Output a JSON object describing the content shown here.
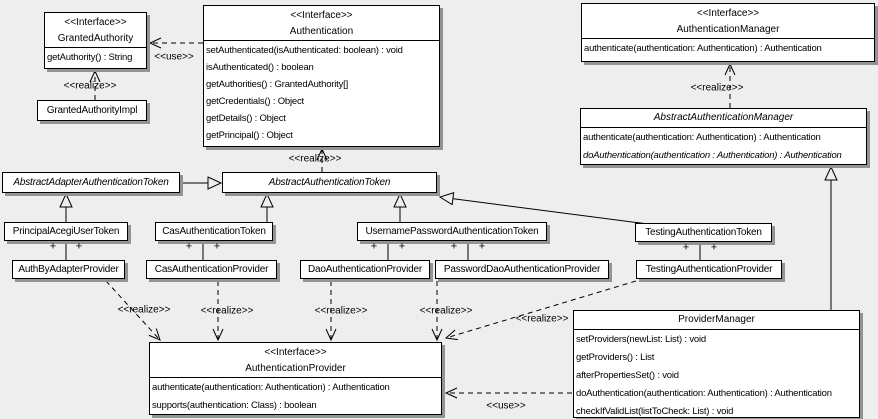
{
  "classes": {
    "granted_authority": {
      "stereotype": "<<Interface>>",
      "name": "GrantedAuthority",
      "methods": [
        "getAuthority() : String"
      ]
    },
    "granted_authority_impl": {
      "name": "GrantedAuthorityImpl"
    },
    "authentication": {
      "stereotype": "<<Interface>>",
      "name": "Authentication",
      "methods": [
        "setAuthenticated(isAuthenticated: boolean) : void",
        "isAuthenticated() : boolean",
        "getAuthorities() : GrantedAuthority[]",
        "getCredentials() : Object",
        "getDetails() : Object",
        "getPrincipal() : Object"
      ]
    },
    "authentication_manager": {
      "stereotype": "<<Interface>>",
      "name": "AuthenticationManager",
      "methods": [
        "authenticate(authentication: Authentication) : Authentication"
      ]
    },
    "abstract_authentication_manager": {
      "name": "AbstractAuthenticationManager",
      "methods": [
        "authenticate(authentication: Authentication) : Authentication",
        "doAuthentication(authentication : Authentication) : Authentication"
      ]
    },
    "abstract_adapter_authentication_token": {
      "name": "AbstractAdapterAuthenticationToken"
    },
    "abstract_authentication_token": {
      "name": "AbstractAuthenticationToken"
    },
    "principal_acegi_user_token": {
      "name": "PrincipalAcegiUserToken"
    },
    "cas_authentication_token": {
      "name": "CasAuthenticationToken"
    },
    "username_password_authentication_token": {
      "name": "UsernamePasswordAuthenticationToken"
    },
    "testing_authentication_token": {
      "name": "TestingAuthenticationToken"
    },
    "auth_by_adapter_provider": {
      "name": "AuthByAdapterProvider"
    },
    "cas_authentication_provider": {
      "name": "CasAuthenticationProvider"
    },
    "dao_authentication_provider": {
      "name": "DaoAuthenticationProvider"
    },
    "password_dao_authentication_provider": {
      "name": "PasswordDaoAuthenticationProvider"
    },
    "testing_authentication_provider": {
      "name": "TestingAuthenticationProvider"
    },
    "authentication_provider": {
      "stereotype": "<<Interface>>",
      "name": "AuthenticationProvider",
      "methods": [
        "authenticate(authentication: Authentication) : Authentication",
        "supports(authentication: Class) : boolean"
      ]
    },
    "provider_manager": {
      "name": "ProviderManager",
      "methods": [
        "setProviders(newList: List) : void",
        "getProviders() : List",
        "afterPropertiesSet() : void",
        "doAuthentication(authentication: Authentication) : Authentication",
        "checkIfValidList(listToCheck: List) : void"
      ]
    }
  },
  "edge_labels": {
    "use_top": "<<use>>",
    "realize_granted_authority_impl": "<<realize>>",
    "realize_abstract_authentication_token": "<<realize>>",
    "realize_abstract_authentication_manager": "<<realize>>",
    "realize_auth_by_adapter_provider": "<<realize>>",
    "realize_cas_authentication_provider": "<<realize>>",
    "realize_dao_authentication_provider": "<<realize>>",
    "realize_password_dao_authentication_provider": "<<realize>>",
    "realize_testing_authentication_provider": "<<realize>>",
    "use_bottom": "<<use>>",
    "assoc_plus": "+"
  },
  "colors": {
    "background": "#eeeeee",
    "box_fill": "#ffffff",
    "line": "#000000",
    "shadow": "#939393"
  }
}
